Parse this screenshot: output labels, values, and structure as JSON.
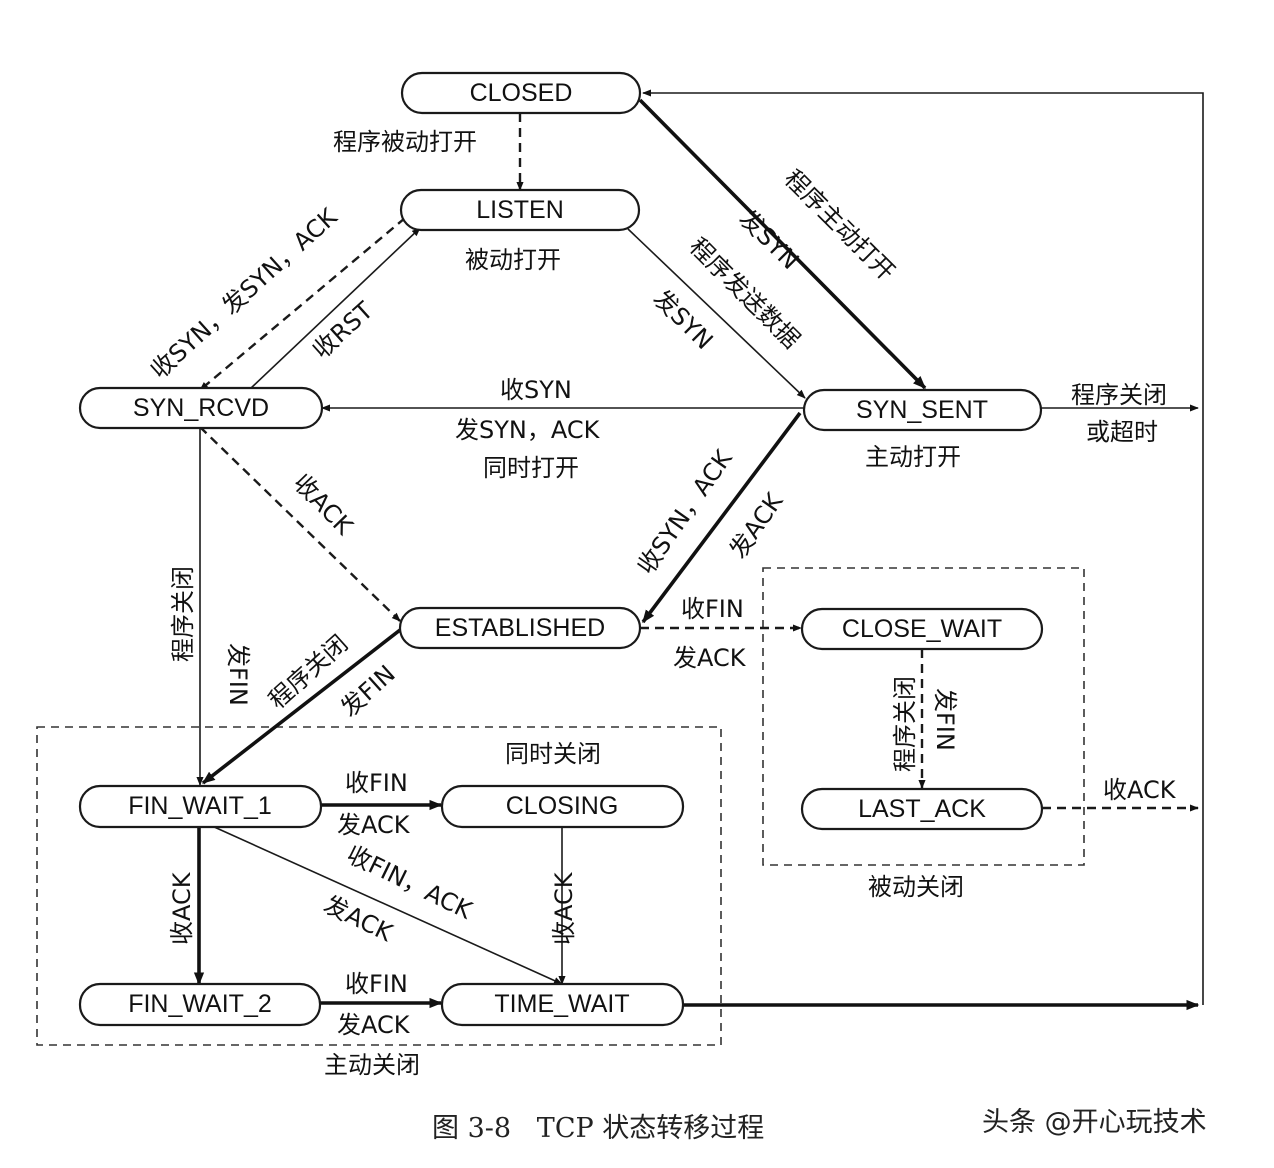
{
  "states": {
    "closed": "CLOSED",
    "listen": "LISTEN",
    "syn_rcvd": "SYN_RCVD",
    "syn_sent": "SYN_SENT",
    "established": "ESTABLISHED",
    "close_wait": "CLOSE_WAIT",
    "last_ack": "LAST_ACK",
    "fin_wait_1": "FIN_WAIT_1",
    "closing": "CLOSING",
    "fin_wait_2": "FIN_WAIT_2",
    "time_wait": "TIME_WAIT"
  },
  "labels": {
    "passive_open_program": "程序被动打开",
    "passive_open": "被动打开",
    "rcv_syn_send_syn_ack": "收SYN，发SYN，ACK",
    "rcv_rst": "收RST",
    "program_send_data": "程序发送数据",
    "send_syn_a": "发SYN",
    "send_syn_b": "发SYN",
    "program_active_open": "程序主动打开",
    "simul_rcv_syn": "收SYN",
    "simul_send_syn_ack": "发SYN，ACK",
    "simul_open": "同时打开",
    "program_close_timeout_1": "程序关闭",
    "program_close_timeout_2": "或超时",
    "active_open": "主动打开",
    "rcv_ack": "收ACK",
    "rcv_syn_ack": "收SYN，ACK",
    "send_ack": "发ACK",
    "synrcvd_close_1": "程序关闭",
    "synrcvd_close_2": "发FIN",
    "est_close_1": "程序关闭",
    "est_close_2": "发FIN",
    "est_rcv_fin": "收FIN",
    "est_send_ack": "发ACK",
    "cw_close_1": "程序关闭",
    "cw_close_2": "发FIN",
    "lastack_rcv_ack": "收ACK",
    "passive_close": "被动关闭",
    "simul_close": "同时关闭",
    "fw1_rcv_fin": "收FIN",
    "fw1_send_ack": "发ACK",
    "fw1_rcv_ack": "收ACK",
    "fw1_rcv_fin_ack": "收FIN，ACK",
    "fw1_send_ack_diag": "发ACK",
    "closing_rcv_ack": "收ACK",
    "fw2_rcv_fin": "收FIN",
    "fw2_send_ack": "发ACK",
    "active_close": "主动关闭"
  },
  "caption": "图 3-8   TCP 状态转移过程",
  "watermark": "头条 @开心玩技术"
}
